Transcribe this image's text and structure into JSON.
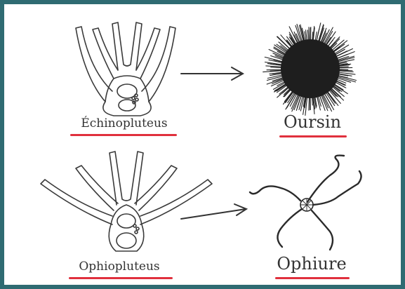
{
  "labels": {
    "echinopluteus": "Échinopluteus",
    "oursin": "Oursin",
    "ophiopluteus": "Ophiopluteus",
    "ophiure": "Ophiure"
  },
  "colors": {
    "border": "#2f6b72",
    "underline": "#e0303d",
    "ink": "#333333"
  }
}
